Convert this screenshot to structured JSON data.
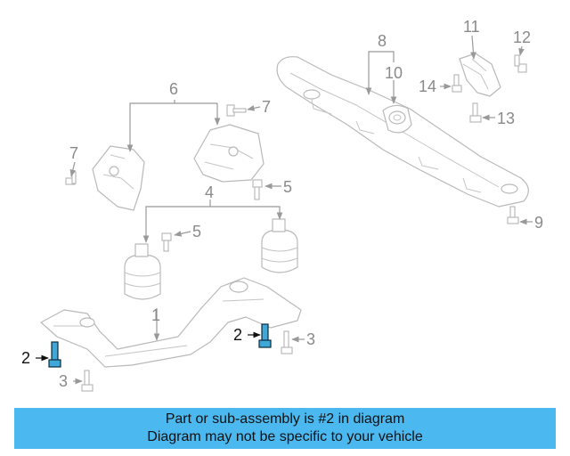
{
  "callouts": {
    "c1": "1",
    "c2a": "2",
    "c2b": "2",
    "c3a": "3",
    "c3b": "3",
    "c4": "4",
    "c5a": "5",
    "c5b": "5",
    "c6": "6",
    "c7a": "7",
    "c7b": "7",
    "c8": "8",
    "c9": "9",
    "c10": "10",
    "c11": "11",
    "c12": "12",
    "c13": "13",
    "c14": "14"
  },
  "highlight_part": "2",
  "colors": {
    "banner": "#4cb8f0",
    "highlight_fastener": "#3fa8d8",
    "line_art": "#b9b9b9"
  },
  "banner": {
    "line1": "Part or sub-assembly is #2 in diagram",
    "line2": "Diagram may not be specific to your vehicle"
  }
}
